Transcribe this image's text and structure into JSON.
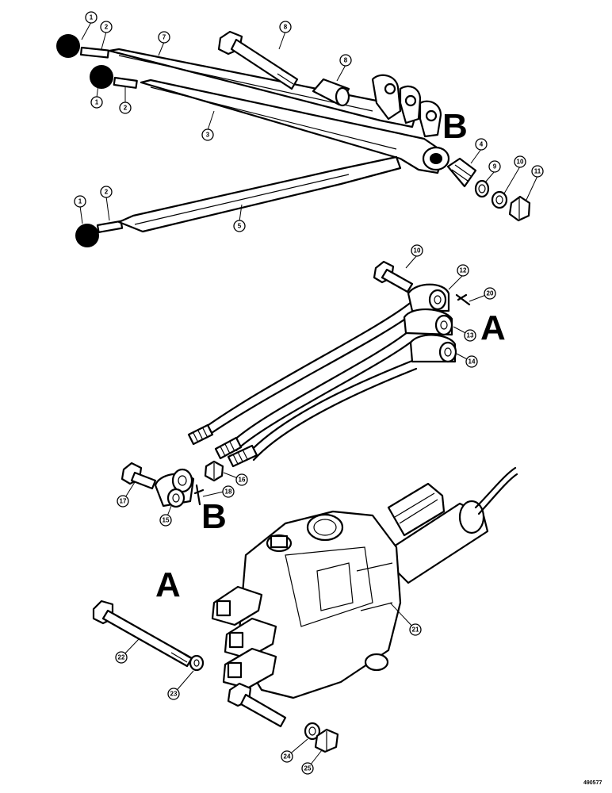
{
  "diagram": {
    "reference_letters": {
      "A": "A",
      "B": "B"
    },
    "part_number": "490577",
    "callouts": {
      "c1a": "1",
      "c2a": "2",
      "c7": "7",
      "c8a": "8",
      "c8b": "8",
      "c1b": "1",
      "c2b": "2",
      "c3": "3",
      "c4": "4",
      "c9": "9",
      "c10a": "10",
      "c11": "11",
      "c1c": "1",
      "c2c": "2",
      "c5": "5",
      "c10b": "10",
      "c12": "12",
      "c20": "20",
      "c13": "13",
      "c14": "14",
      "c16": "16",
      "c18": "18",
      "c17": "17",
      "c15": "15",
      "c21": "21",
      "c22a": "22",
      "c23": "23",
      "c24": "24",
      "c25": "25"
    }
  }
}
